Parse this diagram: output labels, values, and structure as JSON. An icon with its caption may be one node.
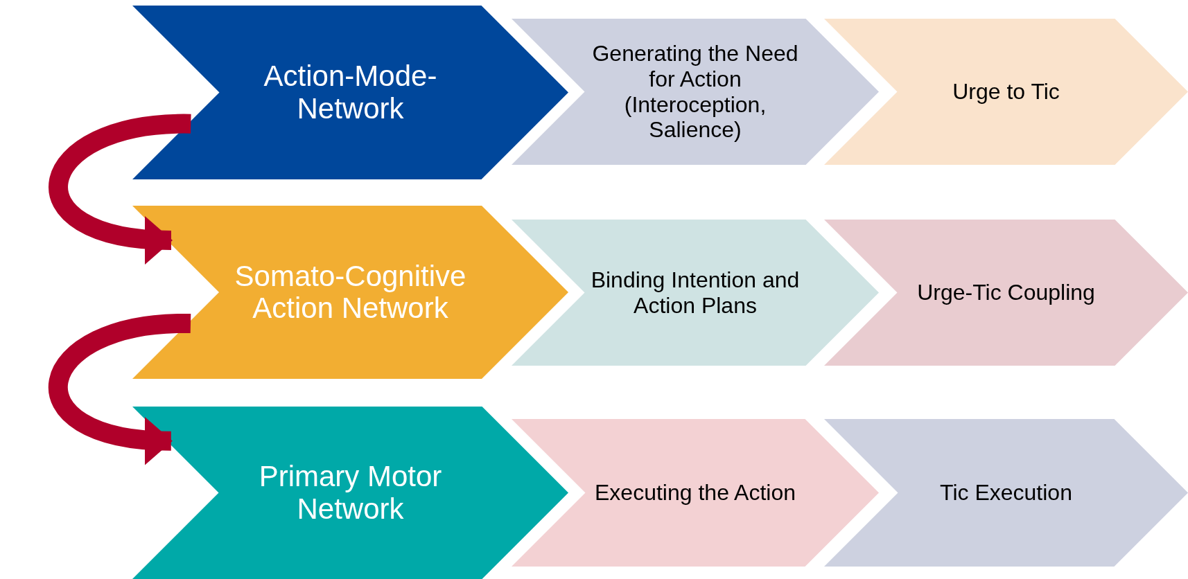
{
  "diagram": {
    "nodes": [
      {
        "text": [
          "Action-Mode-Network"
        ]
      },
      {
        "text": [
          "Generating the Need for Action (Interoception, Salience)"
        ]
      },
      {
        "text": [
          "Urge to Tic"
        ]
      },
      {
        "text": [
          "Somato-Cognitive Action Network"
        ]
      },
      {
        "text": [
          "Binding Intention and Action Plans"
        ]
      },
      {
        "text": [
          "Urge-Tic Coupling"
        ]
      },
      {
        "text": [
          "Primary Motor Network"
        ]
      },
      {
        "text": [
          "Executing the Action"
        ]
      },
      {
        "text": [
          "Tic Execution"
        ]
      }
    ],
    "edges": [
      {
        "from": 0,
        "to": 3,
        "arrow": "to"
      },
      {
        "from": 3,
        "to": 6,
        "arrow": "to"
      }
    ]
  }
}
